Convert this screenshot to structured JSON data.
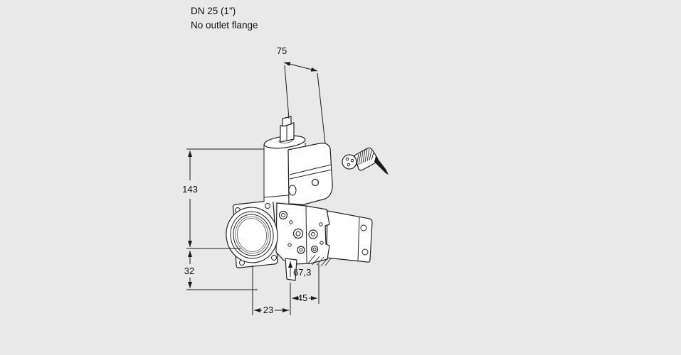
{
  "header": {
    "size_label": "DN 25 (1\")",
    "variant_label": "No outlet flange"
  },
  "dimensions": {
    "width_top": "75",
    "height_left_upper": "143",
    "height_left_lower": "32",
    "bottom_left": "23",
    "bottom_right": "45",
    "center_offset": "67,3"
  },
  "colors": {
    "background": "#e9e9e9",
    "line": "#1c1c1c",
    "fill": "#ffffff"
  }
}
